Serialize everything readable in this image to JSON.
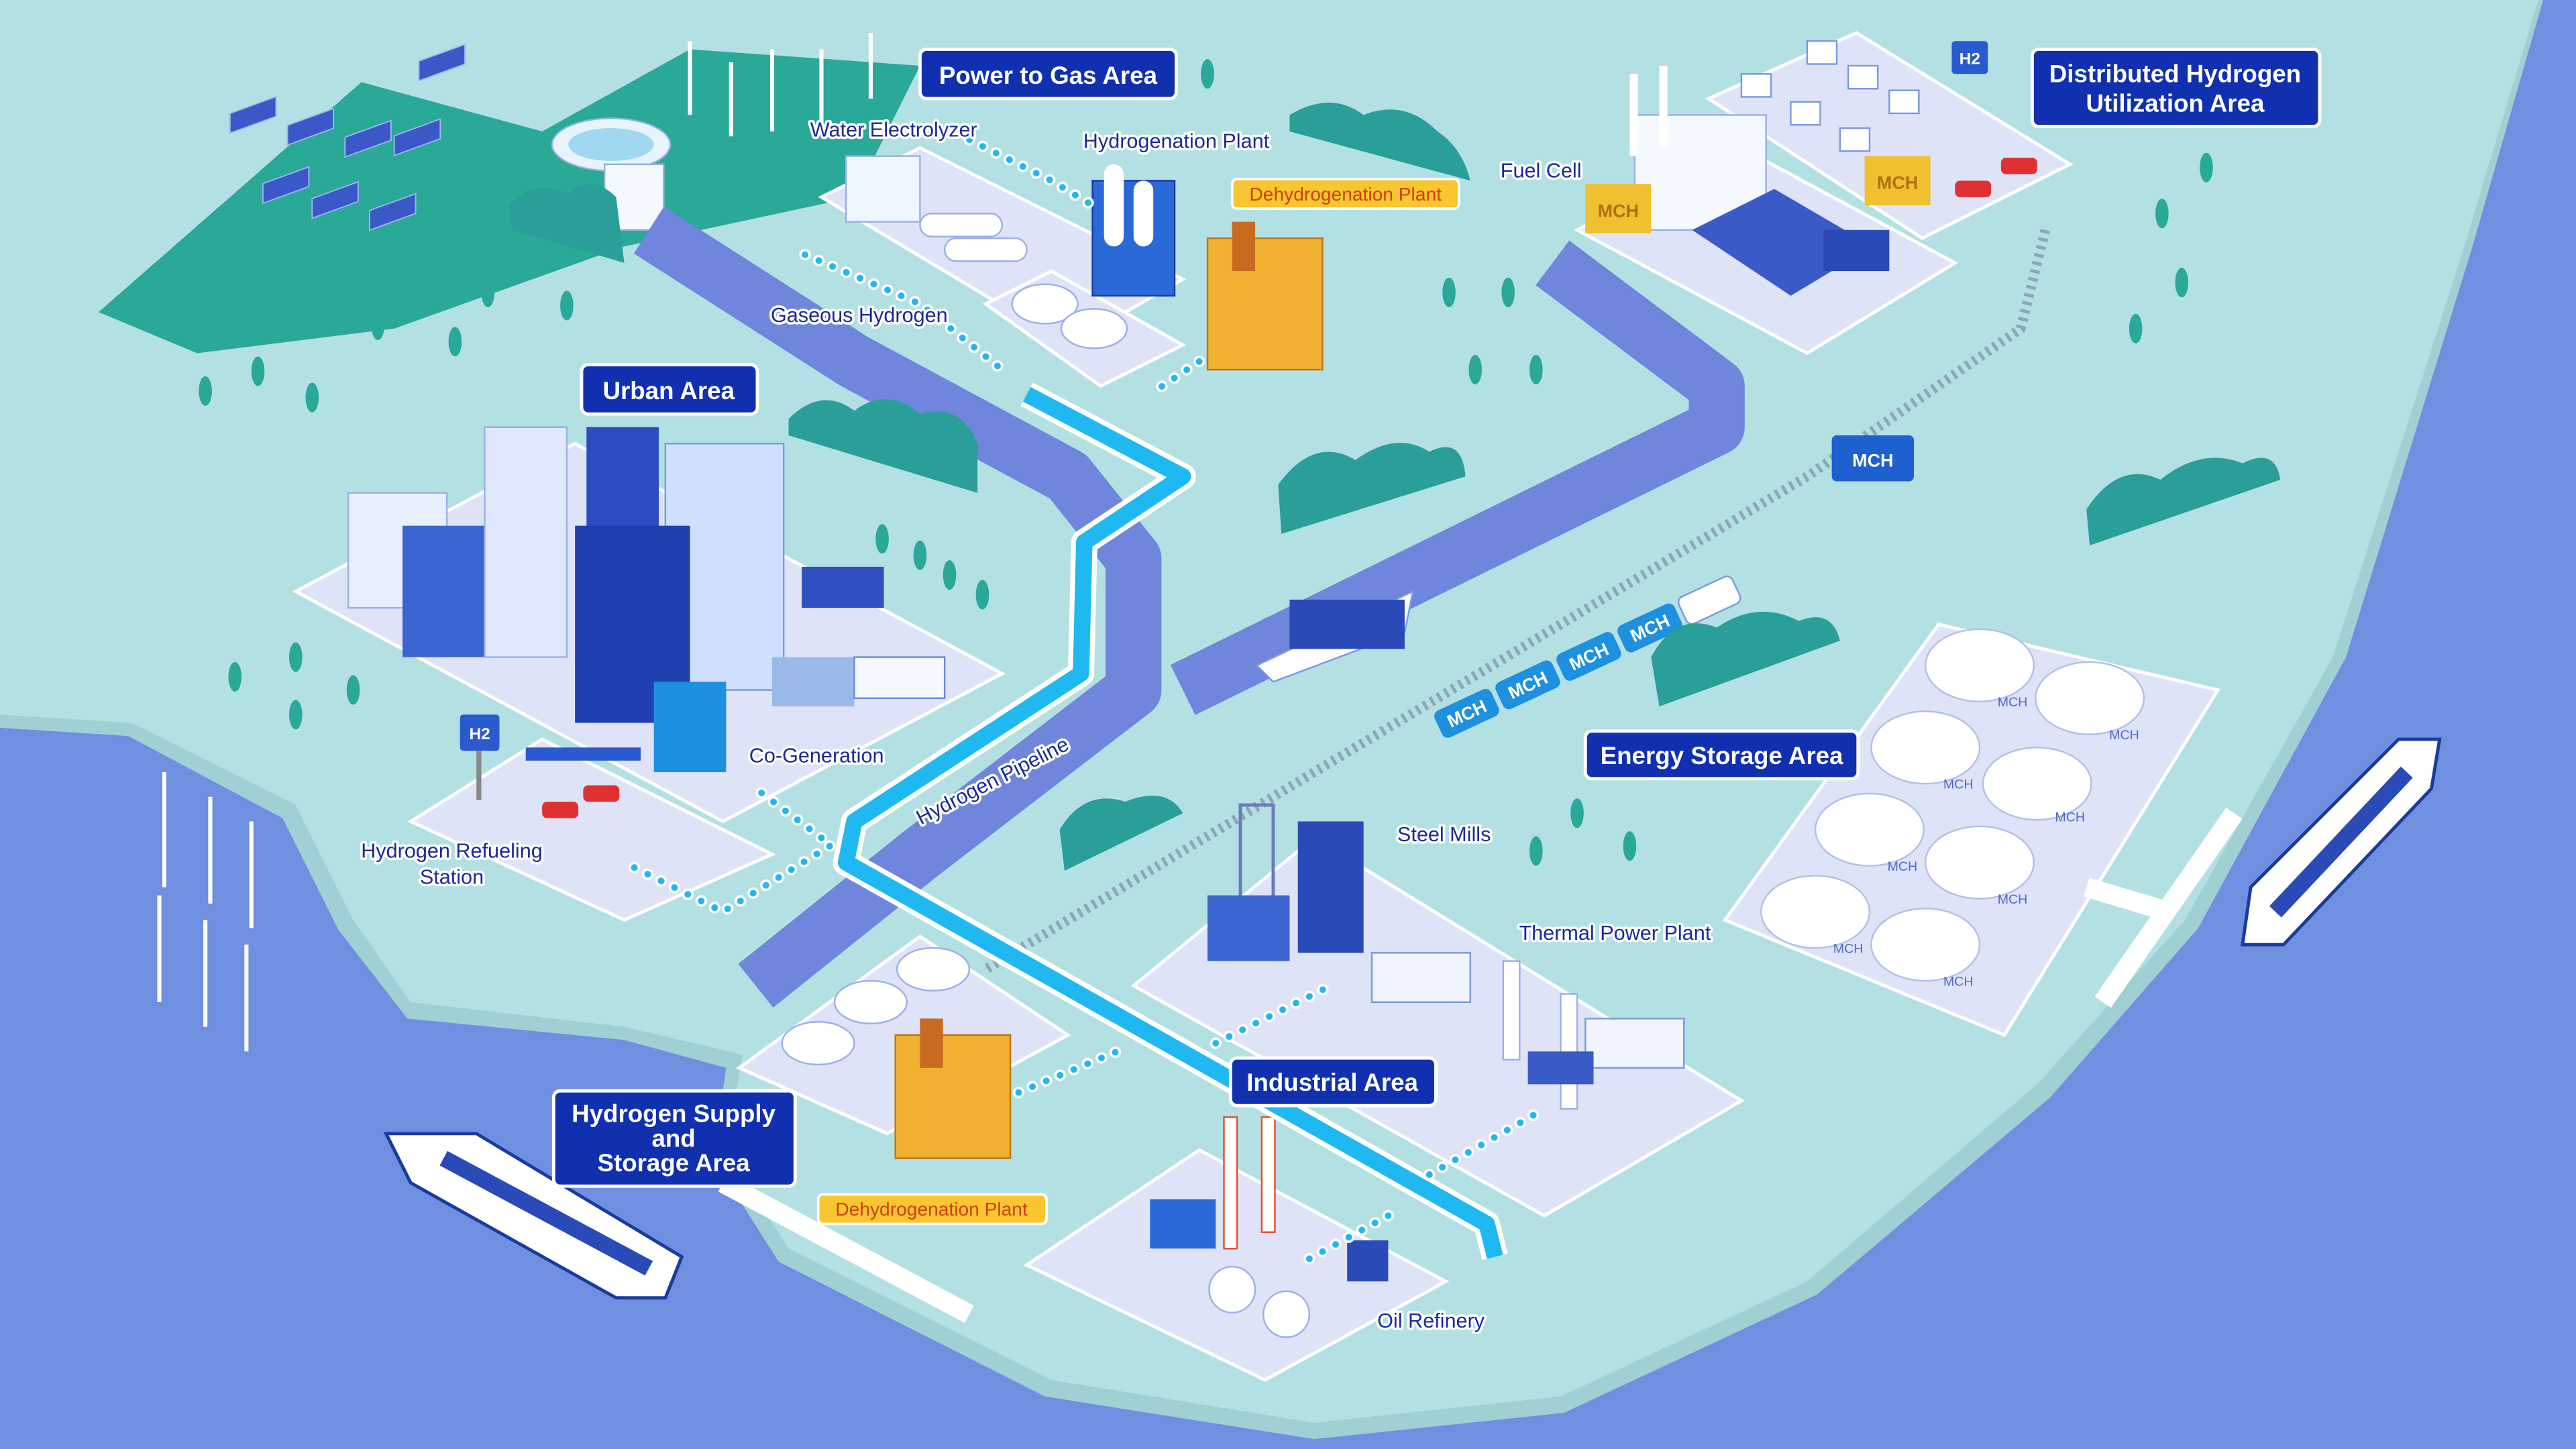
{
  "areas": {
    "power_to_gas": "Power to Gas Area",
    "urban": "Urban Area",
    "distributed_line1": "Distributed Hydrogen",
    "distributed_line2": "Utilization Area",
    "energy_storage": "Energy Storage Area",
    "industrial": "Industrial Area",
    "supply_line1": "Hydrogen Supply",
    "supply_line2": "and",
    "supply_line3": "Storage Area"
  },
  "components": {
    "water_electrolyzer": "Water Electrolyzer",
    "hydrogenation_plant": "Hydrogenation Plant",
    "dehydrogenation_plant_top": "Dehydrogenation Plant",
    "fuel_cell": "Fuel Cell",
    "gaseous_hydrogen": "Gaseous Hydrogen",
    "co_generation": "Co-Generation",
    "refueling_line1": "Hydrogen Refueling",
    "refueling_line2": "Station",
    "hydrogen_pipeline": "Hydrogen Pipeline",
    "steel_mills": "Steel Mills",
    "thermal_power_plant": "Thermal Power Plant",
    "oil_refinery": "Oil Refinery",
    "dehydrogenation_plant_bottom": "Dehydrogenation Plant"
  },
  "markings": {
    "mch": "MCH",
    "h2": "H2"
  },
  "colors": {
    "land": "#b3e0e3",
    "sea": "#6f8fe0",
    "area_label": "#1030b0",
    "pipeline": "#20b8f0",
    "highlight_label": "#f8c630"
  }
}
